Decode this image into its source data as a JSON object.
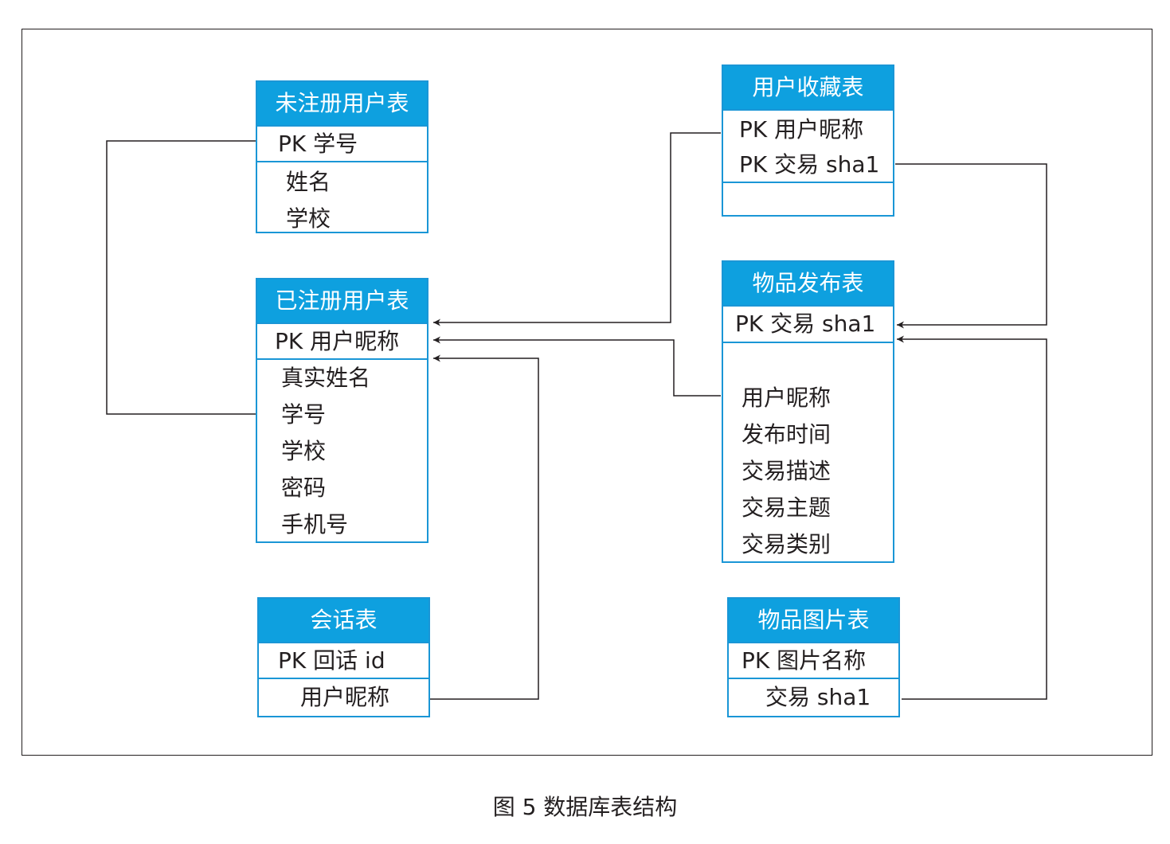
{
  "tables": {
    "unregistered": {
      "title": "未注册用户表",
      "pk": "PK 学号",
      "fields": [
        "姓名",
        "学校"
      ]
    },
    "registered": {
      "title": "已注册用户表",
      "pk": "PK 用户昵称",
      "fields": [
        "真实姓名",
        "学号",
        "学校",
        "密码",
        "手机号"
      ]
    },
    "session": {
      "title": "会话表",
      "pk": "PK 回话 id",
      "fields": [
        "用户昵称"
      ]
    },
    "favorites": {
      "title": "用户收藏表",
      "pk": [
        "PK 用户昵称",
        "PK 交易 sha1"
      ]
    },
    "publish": {
      "title": "物品发布表",
      "pk": "PK 交易 sha1",
      "fields": [
        "用户昵称",
        "发布时间",
        "交易描述",
        "交易主题",
        "交易类别"
      ]
    },
    "images": {
      "title": "物品图片表",
      "pk": "PK 图片名称",
      "fields": [
        "交易 sha1"
      ]
    }
  },
  "caption": "图 5  数据库表结构",
  "colors": {
    "header": "#0ea0df",
    "border": "#1a96d6",
    "line": "#231f20"
  }
}
